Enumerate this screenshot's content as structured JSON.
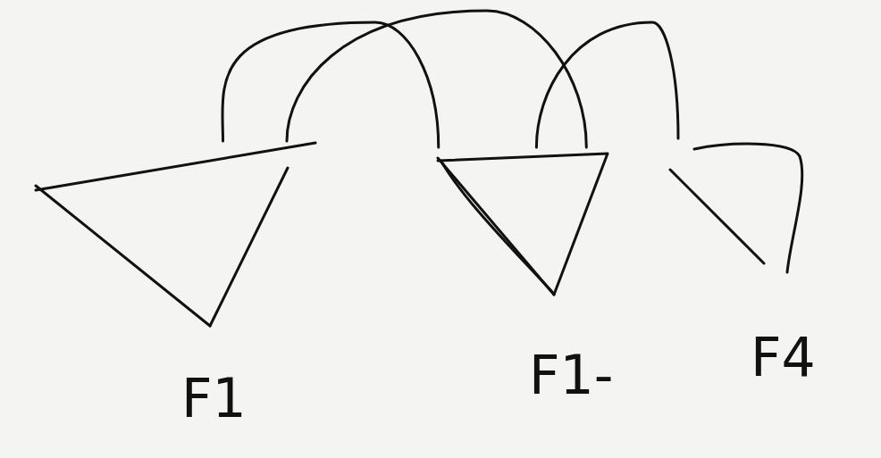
{
  "diagram": {
    "nodes": [
      {
        "text": [
          "F1"
        ]
      },
      {
        "text": [
          "F1-"
        ]
      },
      {
        "text": [
          "F4"
        ]
      }
    ],
    "edges": [
      {
        "from": 0,
        "to": 1,
        "arrow": "none"
      },
      {
        "from": 0,
        "to": 1,
        "arrow": "none"
      },
      {
        "from": 1,
        "to": 2,
        "arrow": "none"
      }
    ]
  }
}
